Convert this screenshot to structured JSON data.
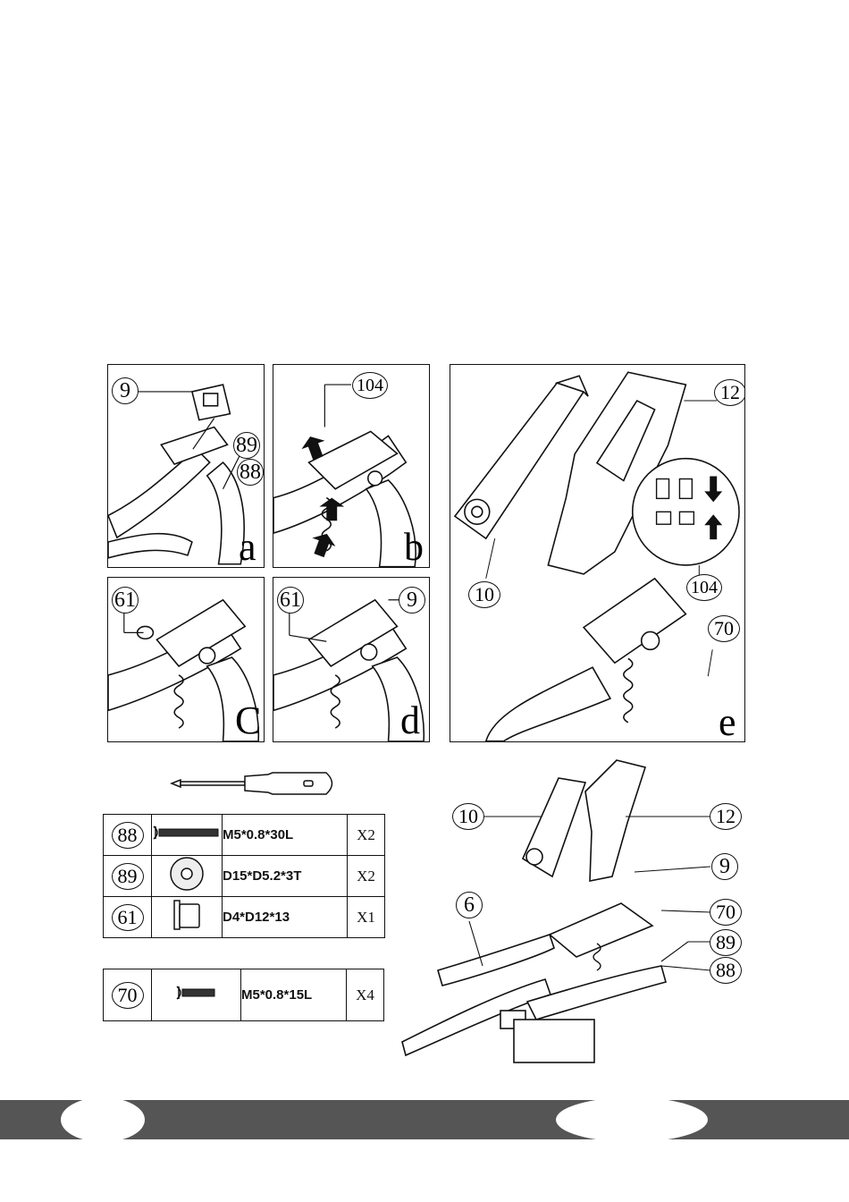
{
  "steps": {
    "a": {
      "letter": "a",
      "labels": [
        "9",
        "89",
        "88"
      ]
    },
    "b": {
      "letter": "b",
      "labels": [
        "104"
      ]
    },
    "c": {
      "letter": "C",
      "labels": [
        "61"
      ]
    },
    "d": {
      "letter": "d",
      "labels": [
        "61",
        "9"
      ]
    },
    "e": {
      "letter": "e",
      "labels": [
        "12",
        "10",
        "104",
        "70"
      ]
    }
  },
  "overview": {
    "labels": [
      "10",
      "12",
      "9",
      "70",
      "6",
      "89",
      "88"
    ]
  },
  "tool_icon": "phillips-screwdriver-icon",
  "parts": [
    {
      "id": "88",
      "spec": "M5*0.8*30L",
      "qty": "X2",
      "icon": "long-bolt-icon"
    },
    {
      "id": "89",
      "spec": "D15*D5.2*3T",
      "qty": "X2",
      "icon": "washer-icon"
    },
    {
      "id": "61",
      "spec": "D4*D12*13",
      "qty": "X1",
      "icon": "sleeve-icon"
    }
  ],
  "parts_extra": [
    {
      "id": "70",
      "spec": "M5*0.8*15L",
      "qty": "X4",
      "icon": "short-bolt-icon"
    }
  ]
}
